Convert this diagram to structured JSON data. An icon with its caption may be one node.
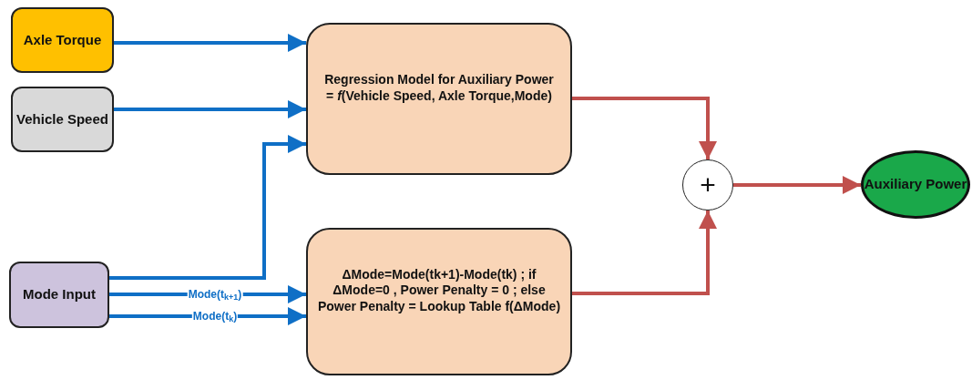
{
  "diagram": {
    "nodes": [
      {
        "text": [
          "Axle Torque"
        ]
      },
      {
        "text": [
          "Vehicle Speed"
        ]
      },
      {
        "text": [
          "Mode Input"
        ]
      },
      {
        "text": [
          "Regression Model for Auxiliary Power =  *f*(Vehicle Speed, Axle Torque,Mode)"
        ]
      },
      {
        "text": [
          "ΔMode=Mode(tk+1)-Mode(tk) ; if ΔMode=0 , Power Penalty = 0 ; else Power Penalty = Lookup Table f(ΔMode)"
        ]
      },
      {
        "text": [
          "+"
        ]
      },
      {
        "text": [
          "Auxiliary Power"
        ]
      }
    ],
    "edges": [
      {
        "from": 0,
        "to": 3,
        "arrow": "to"
      },
      {
        "from": 1,
        "to": 3,
        "arrow": "to"
      },
      {
        "from": 2,
        "to": 3,
        "arrow": "to"
      },
      {
        "from": 2,
        "to": 4,
        "arrow": "to",
        "label": "Mode(t$_{k+1}$)"
      },
      {
        "from": 2,
        "to": 4,
        "arrow": "to",
        "label": "Mode(t$_{k}$)"
      },
      {
        "from": 3,
        "to": 5,
        "arrow": "to",
        "color": "#c0504d"
      },
      {
        "from": 4,
        "to": 5,
        "arrow": "to",
        "color": "#c0504d"
      },
      {
        "from": 5,
        "to": 6,
        "arrow": "to",
        "color": "#c0504d"
      }
    ]
  }
}
